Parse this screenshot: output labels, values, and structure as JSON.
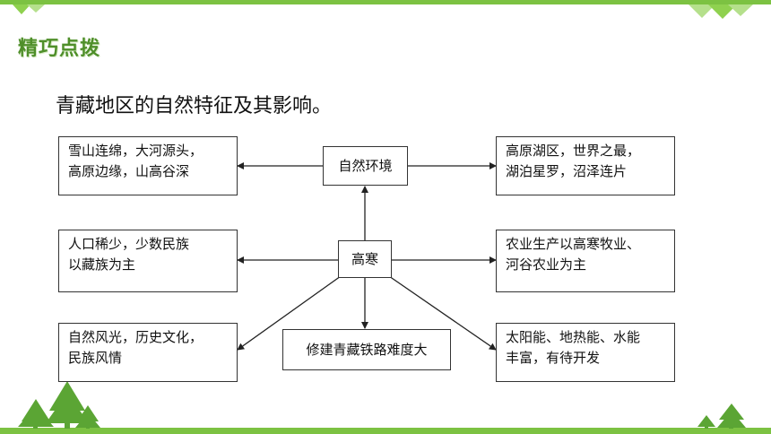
{
  "header": {
    "title": "精巧点拨"
  },
  "intro": "青藏地区的自然特征及其影响。",
  "diagram": {
    "center": "高寒",
    "top": "自然环境",
    "bottom": "修建青藏铁路难度大",
    "left_top": [
      "雪山连绵，大河源头，",
      "高原边缘，山高谷深"
    ],
    "left_mid": [
      "人口稀少，少数民族",
      "以藏族为主"
    ],
    "left_bot": [
      "自然风光，历史文化，",
      "民族风情"
    ],
    "right_top": [
      "高原湖区，世界之最，",
      "湖泊星罗，沼泽连片"
    ],
    "right_mid": [
      "农业生产以高寒牧业、",
      "河谷农业为主"
    ],
    "right_bot": [
      "太阳能、地热能、水能",
      "丰富，有待开发"
    ]
  },
  "colors": {
    "accent": "#7cc242",
    "title": "#4f8f2a",
    "tree": "#5ba534"
  }
}
